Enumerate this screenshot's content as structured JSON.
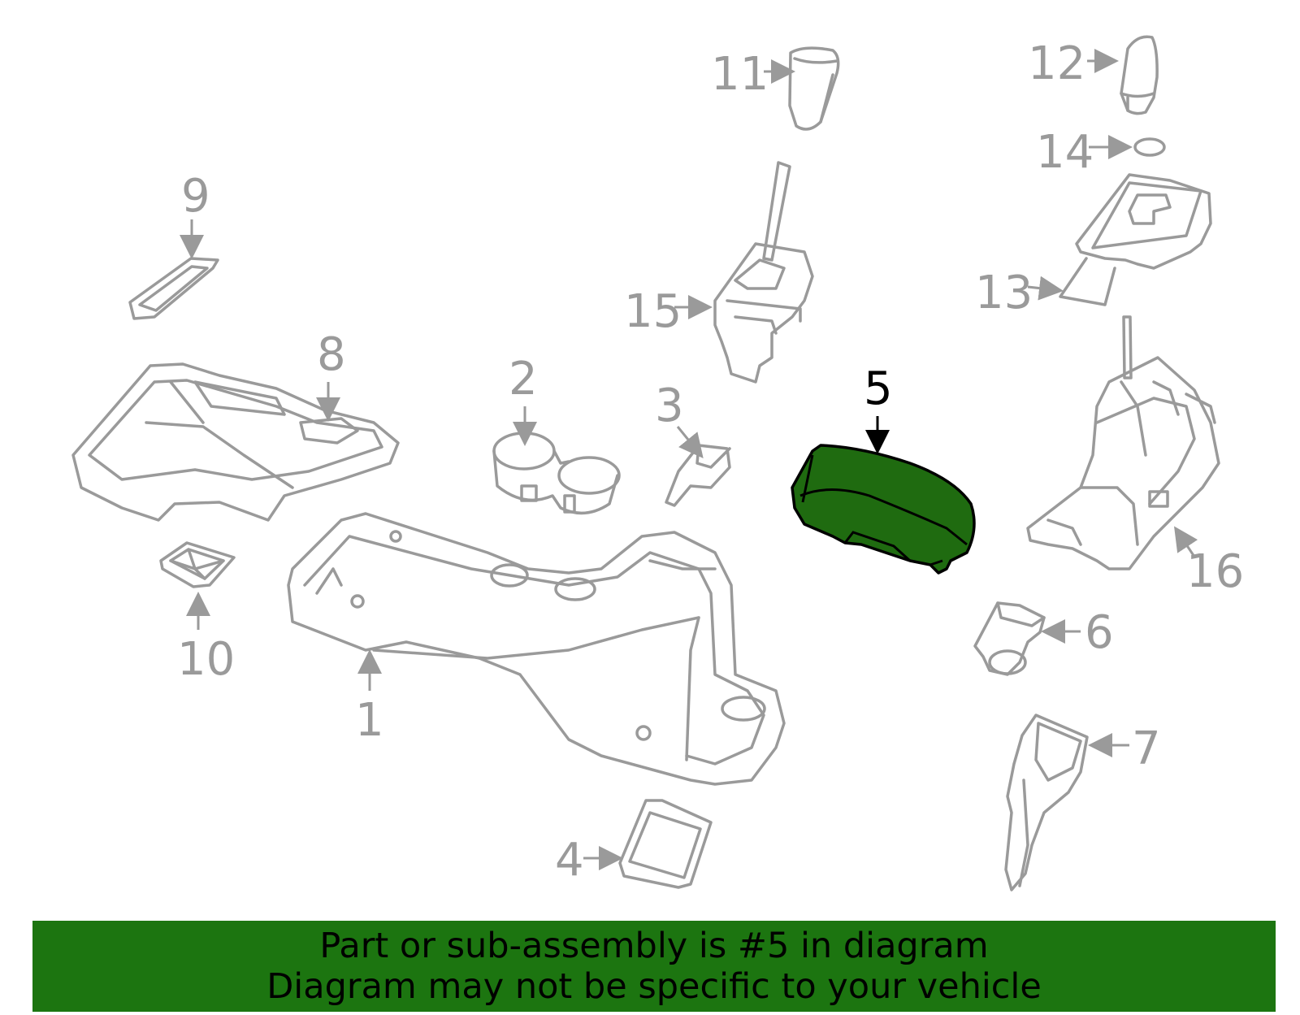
{
  "callouts": [
    "1",
    "2",
    "3",
    "4",
    "5",
    "6",
    "7",
    "8",
    "9",
    "10",
    "11",
    "12",
    "13",
    "14",
    "15",
    "16"
  ],
  "highlighted_part": "5",
  "colors": {
    "highlight": "#1f6b10",
    "banner": "#1c7510",
    "line": "#9a9a9a"
  },
  "banner": {
    "line1": "Part or sub-assembly is #5 in diagram",
    "line2": "Diagram may not be specific to your vehicle"
  }
}
